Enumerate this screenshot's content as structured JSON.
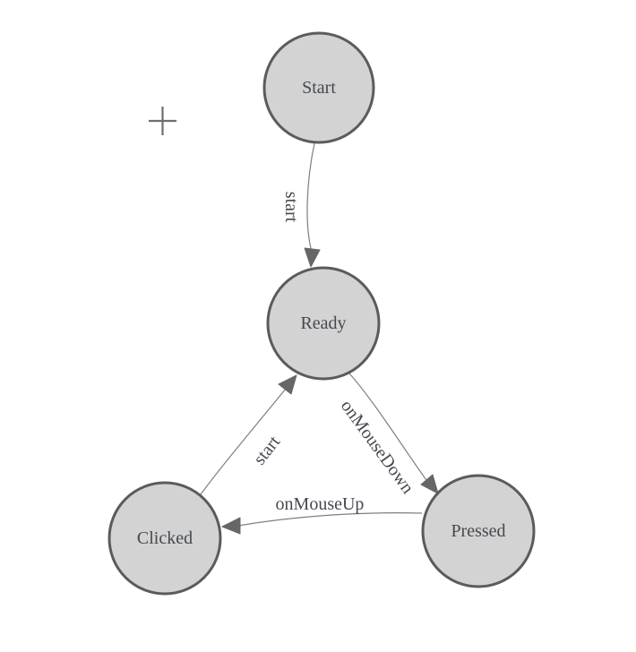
{
  "diagram": {
    "colors": {
      "background": "#ffffff",
      "node_fill": "#d3d3d3",
      "node_stroke": "#5b5b5b",
      "node_text": "#45494f",
      "edge_stroke": "#7f7f7f",
      "arrow_fill": "#666666",
      "label_text": "#45494f",
      "crosshair": "#6e6e6e"
    },
    "nodes": [
      {
        "id": "start",
        "label": "Start"
      },
      {
        "id": "ready",
        "label": "Ready"
      },
      {
        "id": "clicked",
        "label": "Clicked"
      },
      {
        "id": "pressed",
        "label": "Pressed"
      }
    ],
    "edges": [
      {
        "from": "start",
        "to": "ready",
        "label": "start"
      },
      {
        "from": "clicked",
        "to": "ready",
        "label": "start"
      },
      {
        "from": "ready",
        "to": "pressed",
        "label": "onMouseDown"
      },
      {
        "from": "pressed",
        "to": "clicked",
        "label": "onMouseUp"
      }
    ],
    "crosshair_icon": "plus"
  }
}
